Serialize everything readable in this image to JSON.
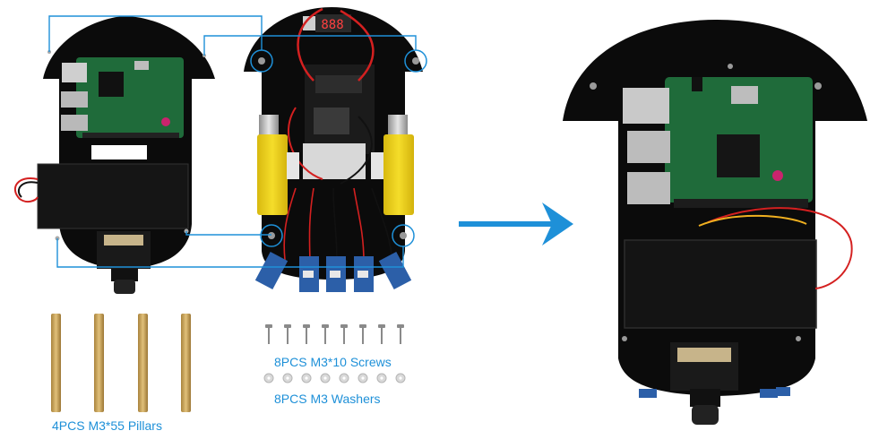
{
  "labels": {
    "pillars": "4PCS M3*55 Pillars",
    "screws": "8PCS M3*10 Screws",
    "washers": "8PCS M3 Washers"
  },
  "display": {
    "digits": "888"
  },
  "colors": {
    "accent": "#1e90d8",
    "board_green": "#1f6b3a",
    "chassis": "#0b0b0b",
    "motor_yellow": "#f2d21b",
    "sensor_blue": "#2c5fa8",
    "pillar_brass": "#c9a35a"
  },
  "icons": {
    "arrow": "arrow-right-icon"
  }
}
